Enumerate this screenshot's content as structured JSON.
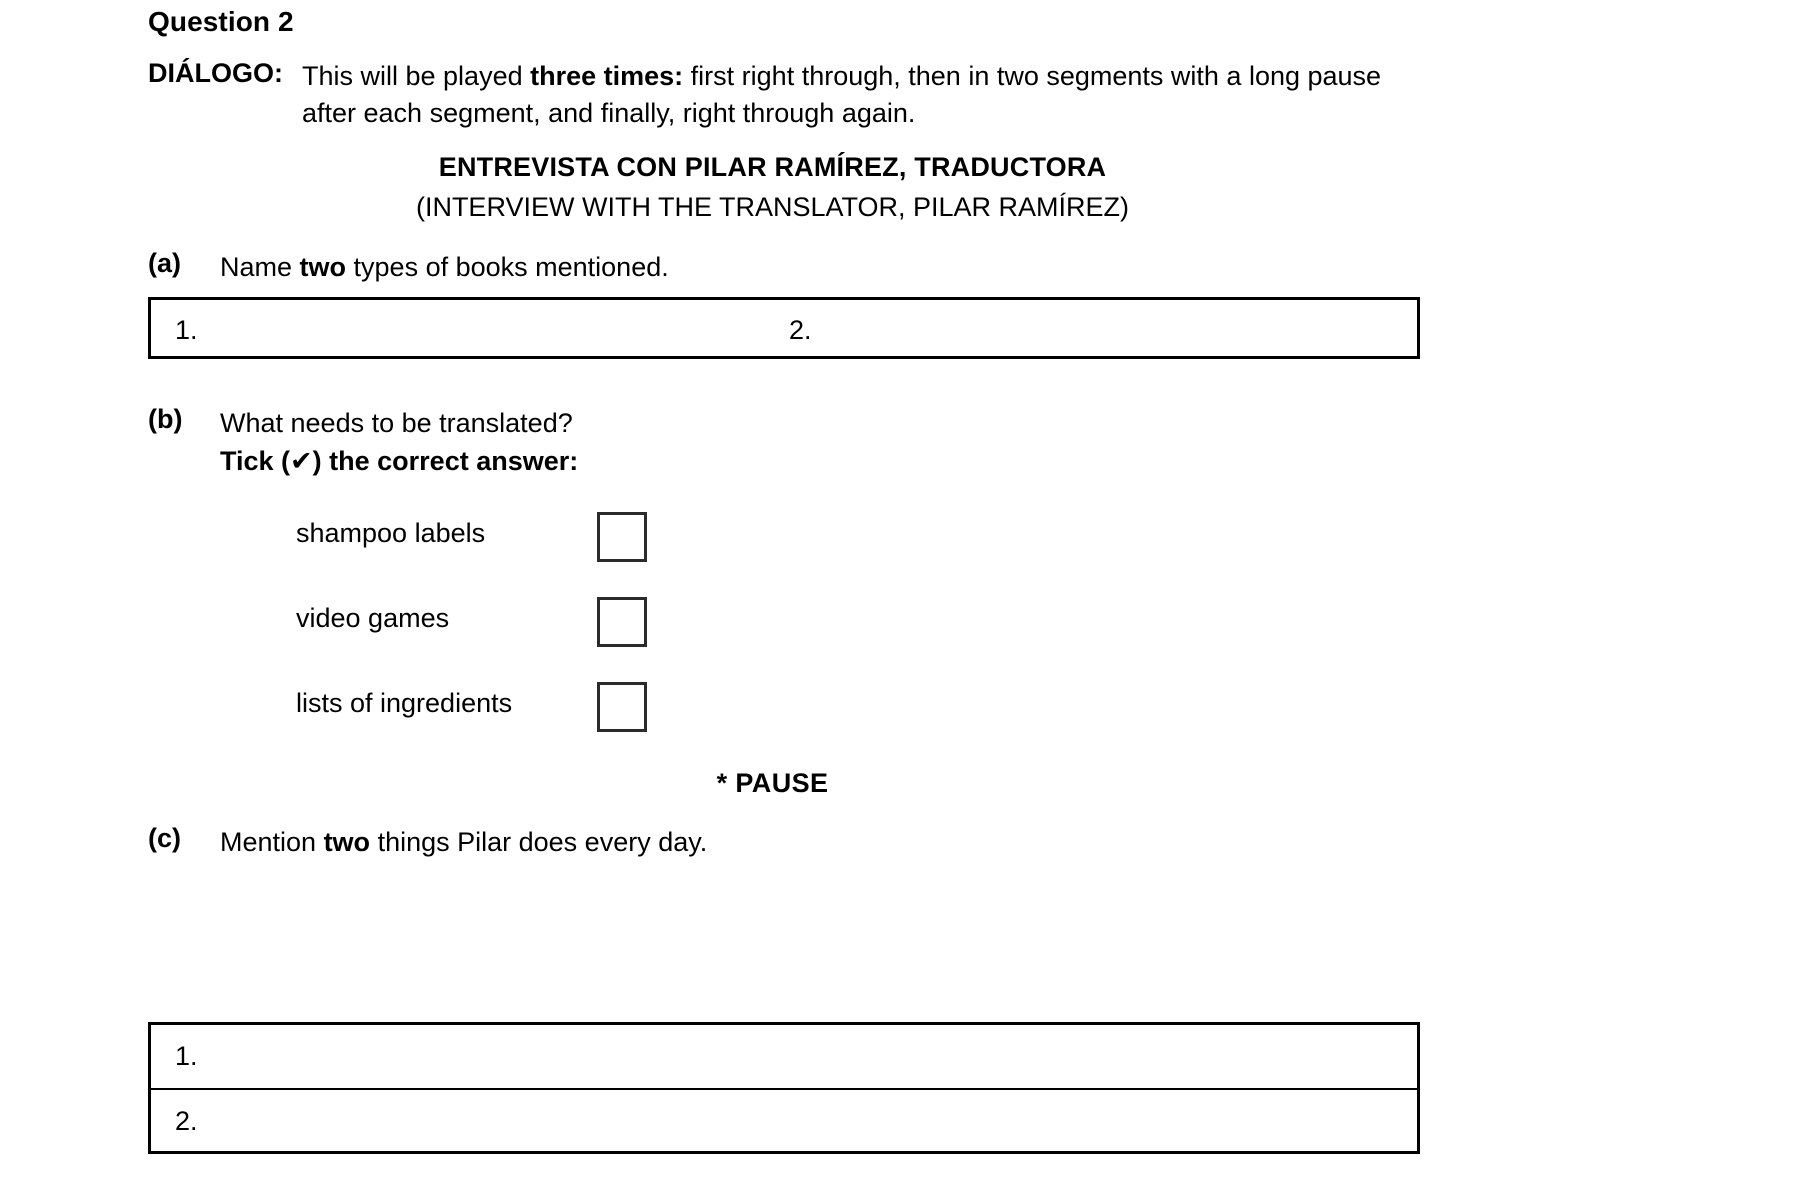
{
  "question": {
    "heading": "Question 2"
  },
  "dialogo": {
    "label": "DIÁLOGO:",
    "text_part1": "This will be played ",
    "text_bold": "three times:",
    "text_part2": " first right through, then in two segments with a long pause after each segment, and finally, right through again."
  },
  "interview": {
    "title": "ENTREVISTA CON PILAR RAMÍREZ, TRADUCTORA",
    "subtitle": "(INTERVIEW WITH THE TRANSLATOR, PILAR RAMÍREZ)"
  },
  "parts": {
    "a": {
      "letter": "(a)",
      "text_part1": "Name ",
      "text_bold": "two",
      "text_part2": " types of books mentioned.",
      "answer_labels": [
        "1.",
        "2."
      ]
    },
    "b": {
      "letter": "(b)",
      "question": "What needs to be translated?",
      "instruction_part1": "Tick (",
      "instruction_tick": "✔",
      "instruction_part2": ") the correct answer:",
      "options": [
        {
          "label": "shampoo labels",
          "checked": false
        },
        {
          "label": "video games",
          "checked": false
        },
        {
          "label": "lists of ingredients",
          "checked": false
        }
      ]
    },
    "c": {
      "letter": "(c)",
      "text_part1": "Mention ",
      "text_bold": "two",
      "text_part2": " things Pilar does every day.",
      "answer_labels": [
        "1.",
        "2."
      ]
    }
  },
  "pause_marker": "* PAUSE"
}
